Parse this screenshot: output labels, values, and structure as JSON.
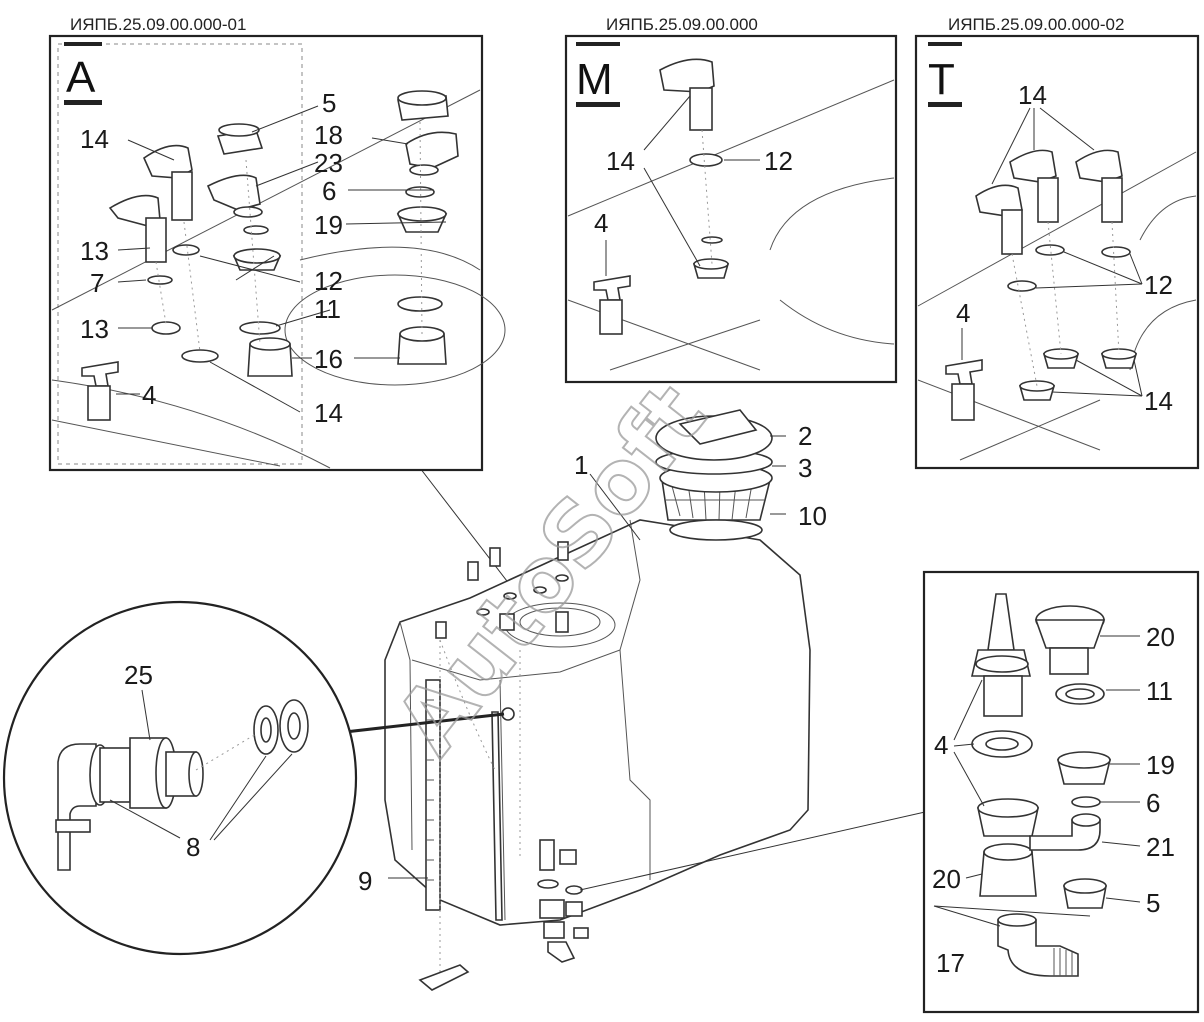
{
  "codes": {
    "a": "ИЯПБ.25.09.00.000-01",
    "m": "ИЯПБ.25.09.00.000",
    "t": "ИЯПБ.25.09.00.000-02"
  },
  "variants": {
    "a": "A",
    "m": "M",
    "t": "T"
  },
  "watermark": "AutoSoft",
  "labels": {
    "a": [
      "5",
      "14",
      "18",
      "23",
      "6",
      "19",
      "13",
      "12",
      "7",
      "11",
      "13",
      "16",
      "4",
      "14"
    ],
    "m": [
      "14",
      "12",
      "4"
    ],
    "t": [
      "14",
      "12",
      "4",
      "14"
    ],
    "main": [
      "1",
      "2",
      "3",
      "10",
      "9"
    ],
    "circle": [
      "25",
      "8"
    ],
    "br": [
      "20",
      "11",
      "4",
      "19",
      "6",
      "21",
      "20",
      "5",
      "17"
    ]
  }
}
